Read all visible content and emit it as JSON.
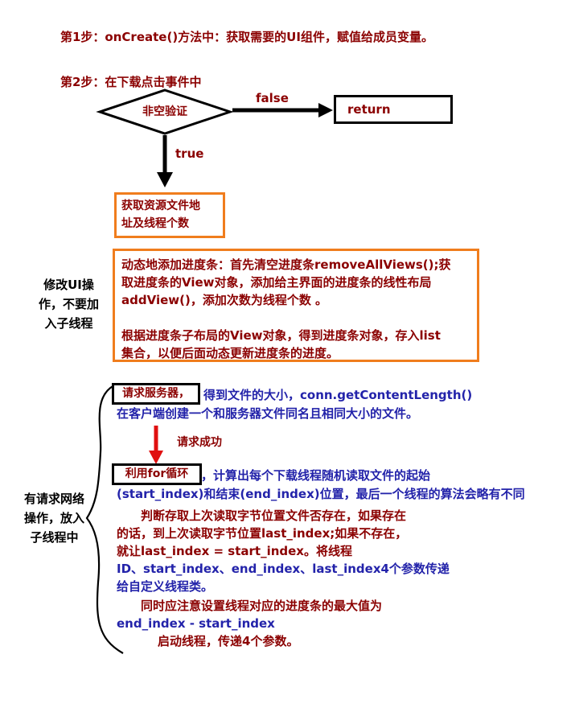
{
  "colors": {
    "dark_red": "#8b0000",
    "blue": "#2323aa",
    "orange": "#f07d1d",
    "red": "#e01010"
  },
  "titles": {
    "step1": "第1步：onCreate()方法中：获取需要的UI组件，赋值给成员变量。",
    "step2": "第2步：在下载点击事件中"
  },
  "decision": {
    "label": "非空验证",
    "false_label": "false",
    "true_label": "true"
  },
  "return_box": {
    "label": "return"
  },
  "resource_box": {
    "lines": [
      "获取资源文件地",
      "址及线程个数"
    ]
  },
  "progress_box": {
    "lines": [
      "动态地添加进度条：首先清空进度条removeAllViews();获",
      "取进度条的View对象，添加给主界面的进度条的线性布局",
      "addView()，添加次数为线程个数 。",
      "",
      "根据进度条子布局的View对象，得到进度条对象，存入list",
      "集合，以便后面动态更新进度条的进度。"
    ]
  },
  "side_notes": {
    "ui_note": [
      "修改UI操",
      "作，不要加",
      "入子线程"
    ],
    "network_note": [
      "有请求网络",
      "操作，放入",
      "子线程中"
    ]
  },
  "request": {
    "box_label": "请求服务器，",
    "line1_rest": "得到文件的大小，conn.getContentLength()",
    "line2": "在客户端创建一个和服务器文件同名且相同大小的文件。",
    "success_label": "请求成功"
  },
  "forloop": {
    "box_label": "利用for循环",
    "line1_rest": "，计算出每个下载线程随机读取文件的起始",
    "lines": [
      "(start_index)和结束(end_index)位置，最后一个线程的算法会略有不同",
      "判断存取上次读取字节位置文件否存在，如果存在",
      "的话，到上次读取字节位置last_index;如果不存在，",
      "就让last_index = start_index。将线程",
      "ID、start_index、end_index、last_index4个参数传递",
      "给自定义线程类。",
      "同时应注意设置线程对应的进度条的最大值为",
      "end_index - start_index",
      "启动线程，传递4个参数。"
    ]
  }
}
